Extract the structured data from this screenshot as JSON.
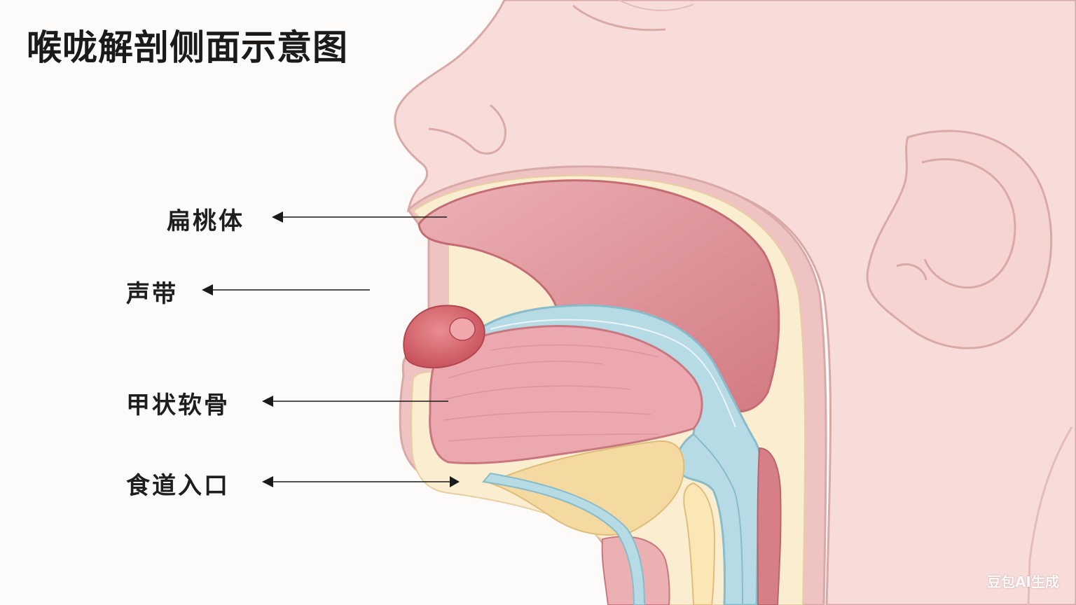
{
  "title": "喉咙解剖侧面示意图",
  "labels": {
    "tonsil": "扁桃体",
    "vocal_cords": "声带",
    "thyroid_cartilage": "甲状软骨",
    "esophagus_entrance": "食道入口"
  },
  "watermark": "豆包AI生成",
  "colors": {
    "skin": "#f7dcd9",
    "outline": "#d9a9a6",
    "pink_tissue": "#e9a6ab",
    "deep_pink": "#d4797f",
    "cream": "#fbeed0",
    "blue_cartilage": "#b7dbe5",
    "yellow_fat": "#f4d9a0",
    "arrow": "#1a1a1a"
  }
}
